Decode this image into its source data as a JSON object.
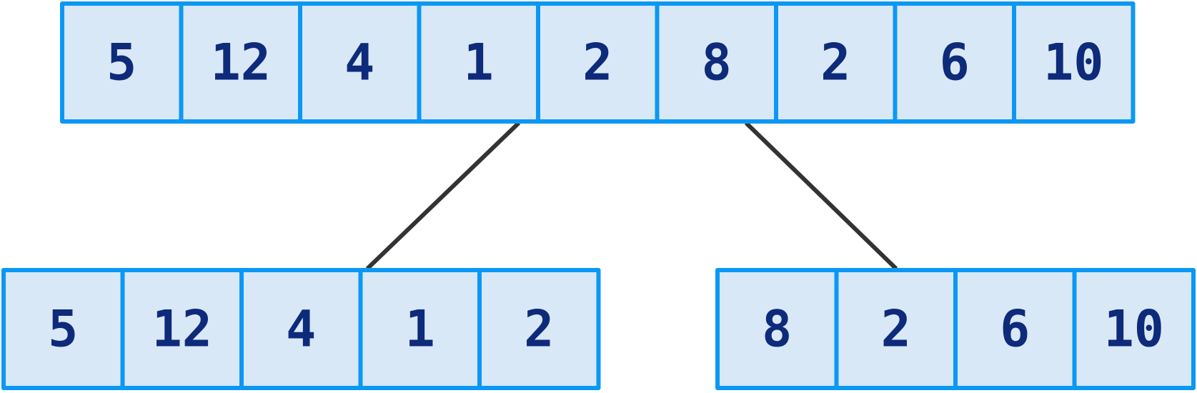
{
  "diagram": {
    "type": "array-split",
    "colors": {
      "cell_fill": "#d9e8f6",
      "cell_border": "#0b98f5",
      "text": "#0e2a7a",
      "connector": "#333333"
    },
    "parent": {
      "values": [
        "5",
        "12",
        "4",
        "1",
        "2",
        "8",
        "2",
        "6",
        "10"
      ]
    },
    "left": {
      "values": [
        "5",
        "12",
        "4",
        "1",
        "2"
      ]
    },
    "right": {
      "values": [
        "8",
        "2",
        "6",
        "10"
      ]
    }
  }
}
